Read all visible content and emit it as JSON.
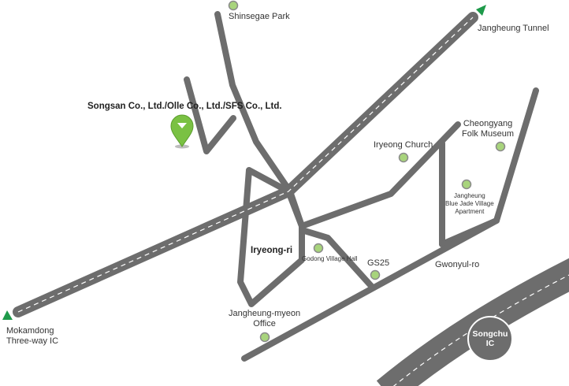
{
  "colors": {
    "road": "#6d6d6d",
    "highway": "#6d6d6d",
    "dash": "#ffffff",
    "poi_fill": "#a8d47c",
    "poi_stroke": "#8a8a8a",
    "marker": "#7ac143",
    "direction_arrow": "#1e9a4a",
    "ic_circle": "#6d6d6d"
  },
  "company": {
    "name": "Songsan Co., Ltd./Olle Co., Ltd./SFS Co., Ltd.",
    "marker_icon": "location-pin-icon"
  },
  "town": {
    "name": "Iryeong-ri"
  },
  "destinations": {
    "tunnel": "Jangheung Tunnel",
    "ic_west": [
      "Mokamdong",
      "Three-way IC"
    ]
  },
  "interchange": {
    "lines": [
      "Songchu",
      "IC"
    ]
  },
  "road_label": "Gwonyul-ro",
  "pois": {
    "shinsegae": "Shinsegae Park",
    "iryeong_church": "Iryeong Church",
    "cheongyang": [
      "Cheongyang",
      "Folk Museum"
    ],
    "apartment": [
      "Jangheung",
      "Blue Jade Village",
      "Apartment"
    ],
    "village_hall": "Godong Village Hall",
    "gs25": "GS25",
    "myeon_office": [
      "Jangheung-myeon",
      "Office"
    ]
  }
}
